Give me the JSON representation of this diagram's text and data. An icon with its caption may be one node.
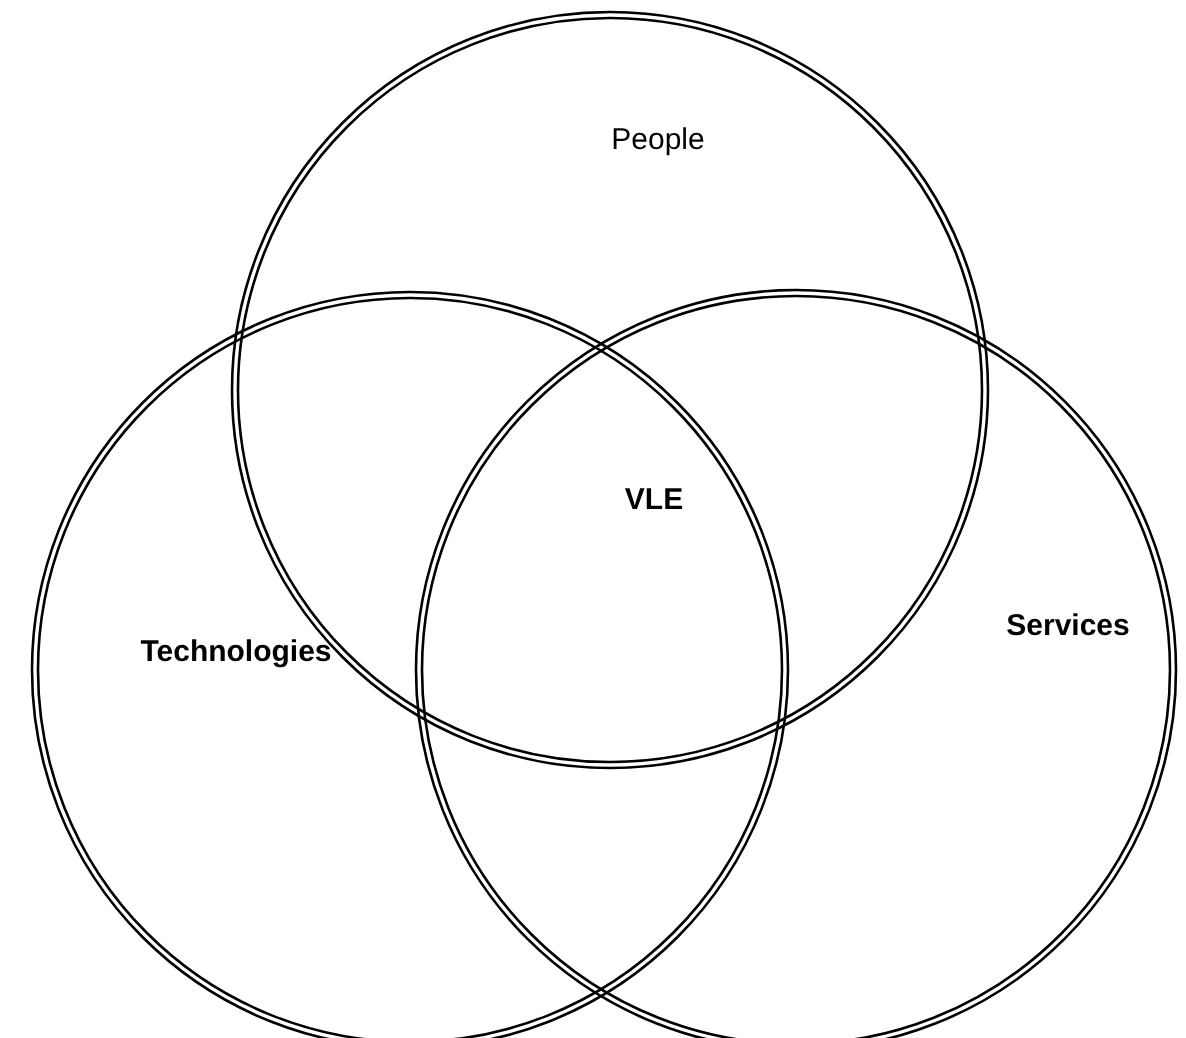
{
  "diagram": {
    "nodes": [
      {
        "text": [
          "People"
        ]
      },
      {
        "text": [
          "Technologies"
        ]
      },
      {
        "text": [
          "Services"
        ]
      }
    ],
    "labels": [
      "VLE"
    ]
  }
}
